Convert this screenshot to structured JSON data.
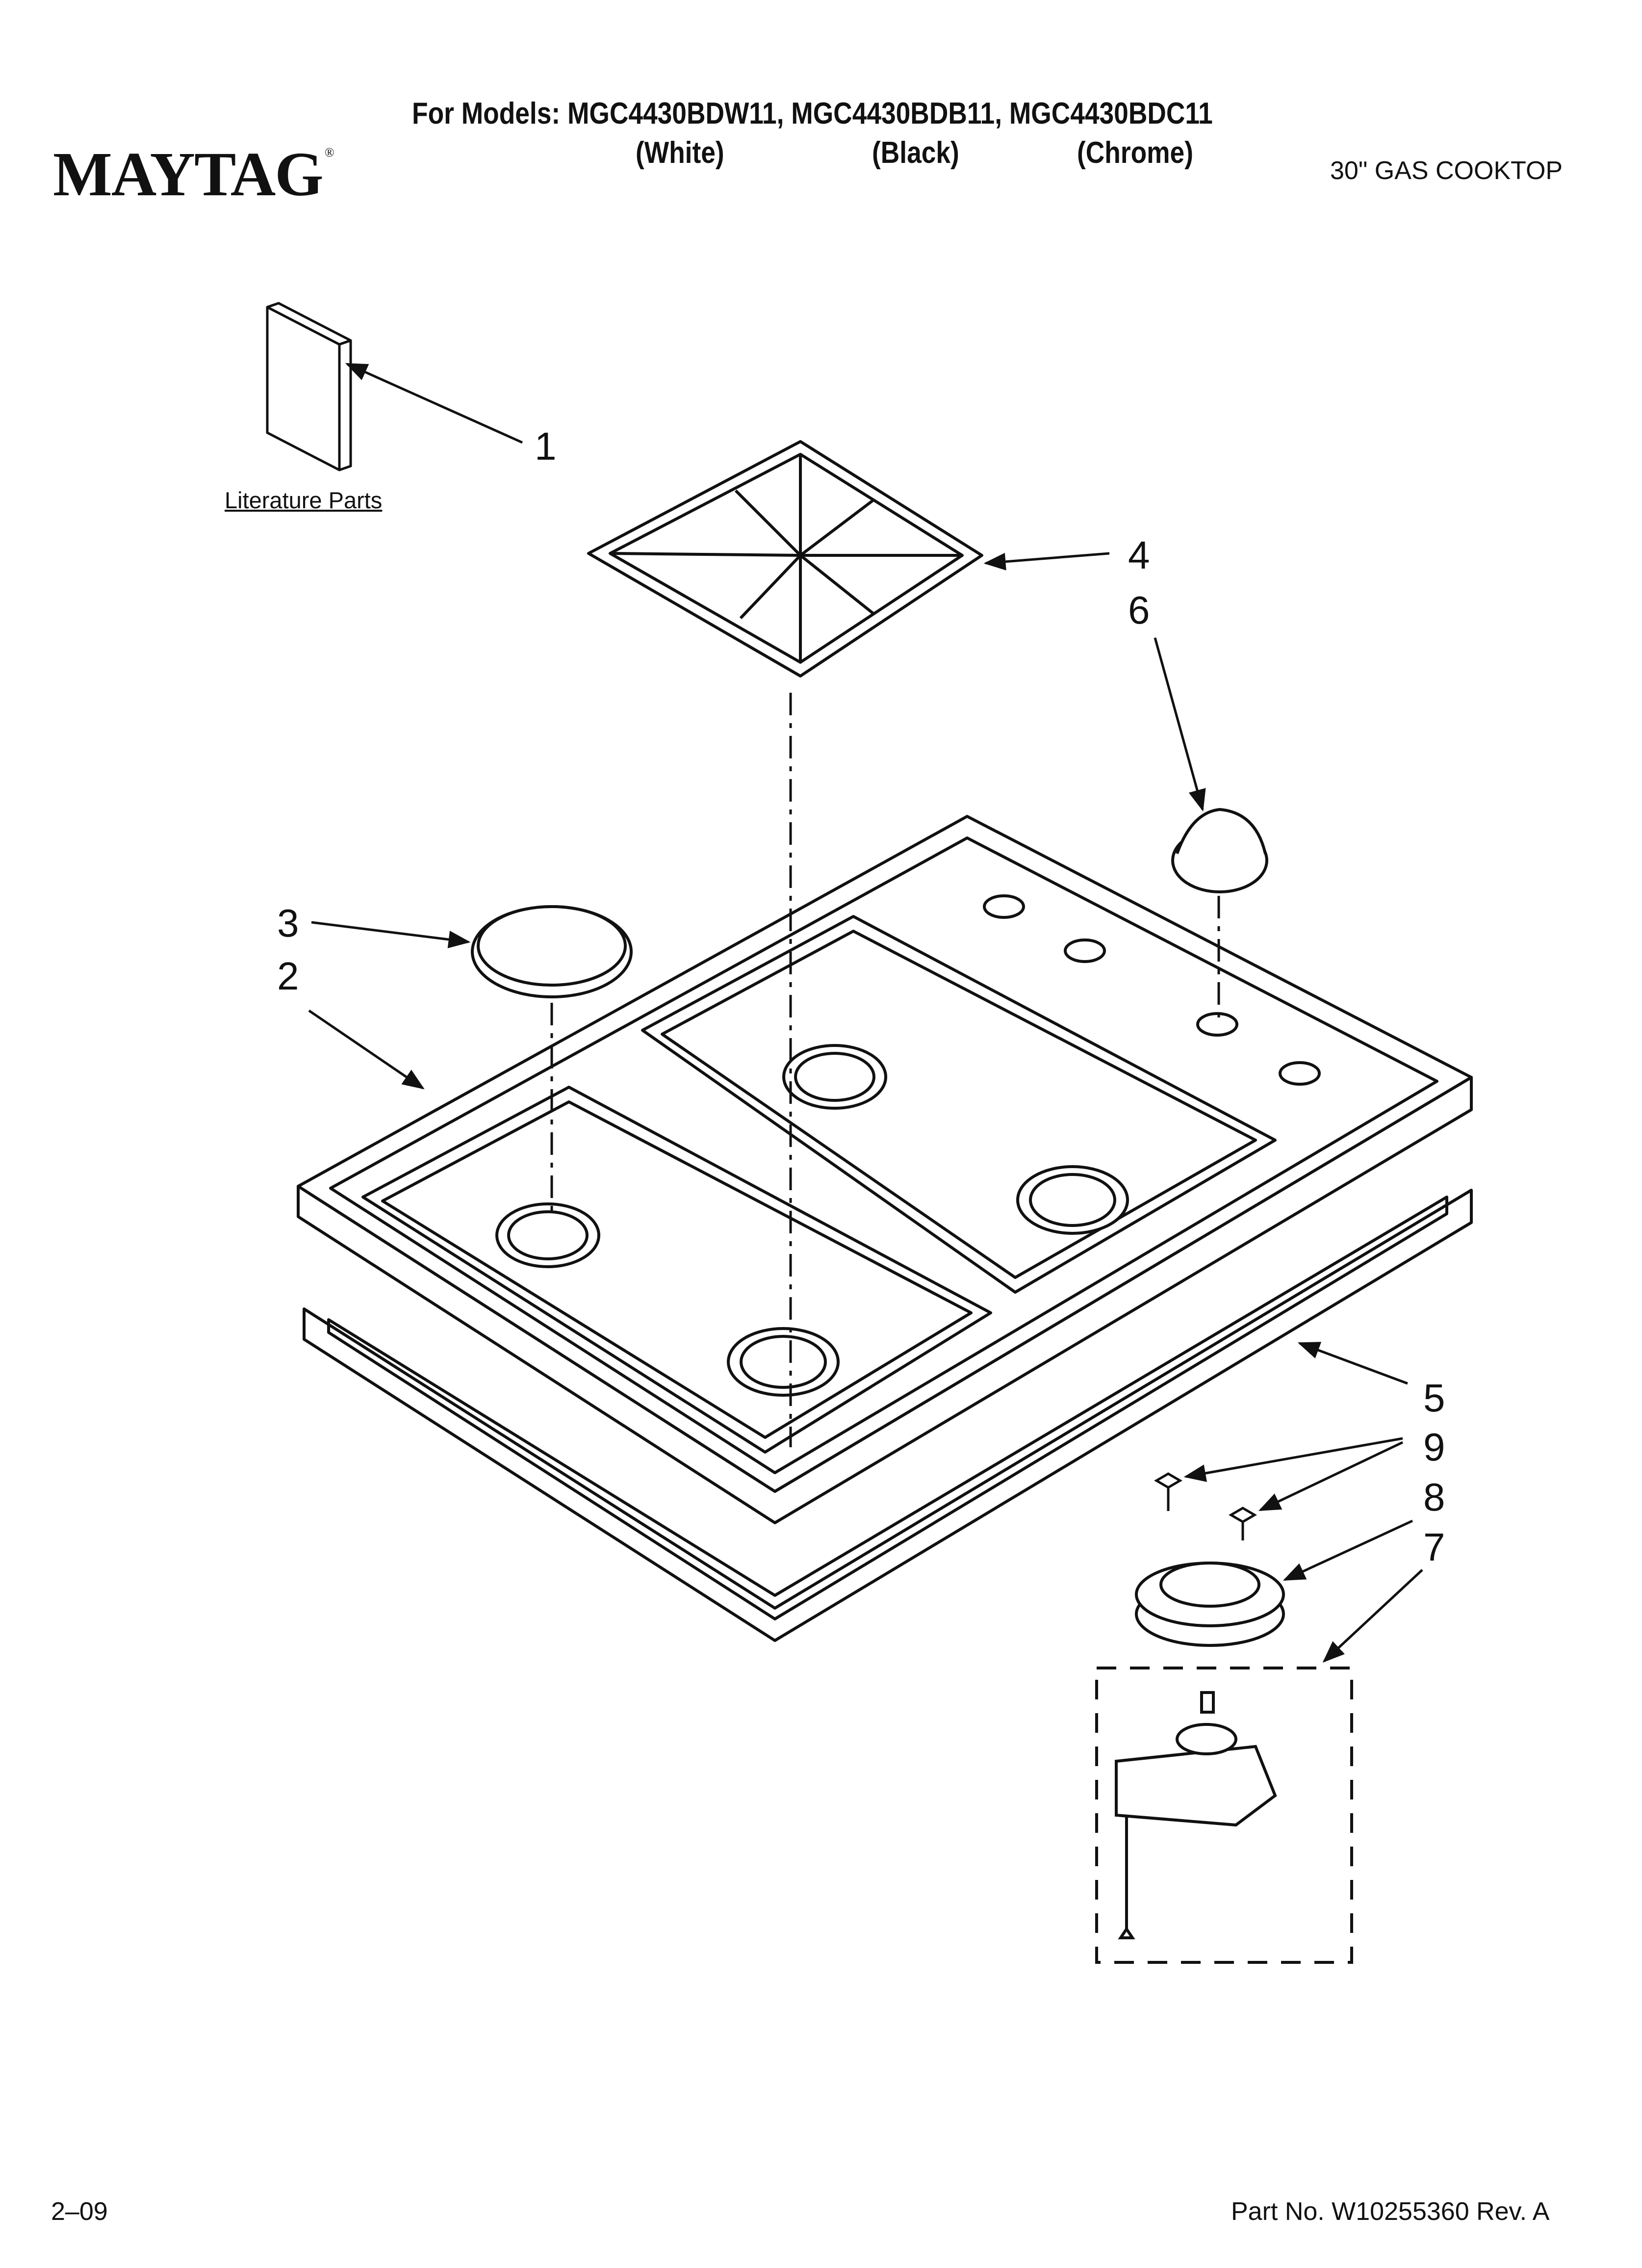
{
  "header": {
    "brand": "MAYTAG",
    "brand_mark": "®",
    "models_line": "For Models: MGC4430BDW11, MGC4430BDB11, MGC4430BDC11",
    "variants": [
      "(White)",
      "(Black)",
      "(Chrome)"
    ],
    "product": "30\" GAS COOKTOP"
  },
  "diagram": {
    "literature_label": "Literature Parts",
    "callouts": [
      "1",
      "2",
      "3",
      "4",
      "5",
      "6",
      "7",
      "8",
      "9"
    ]
  },
  "footer": {
    "date_code": "2–09",
    "part_number": "Part No. W10255360 Rev. A"
  }
}
